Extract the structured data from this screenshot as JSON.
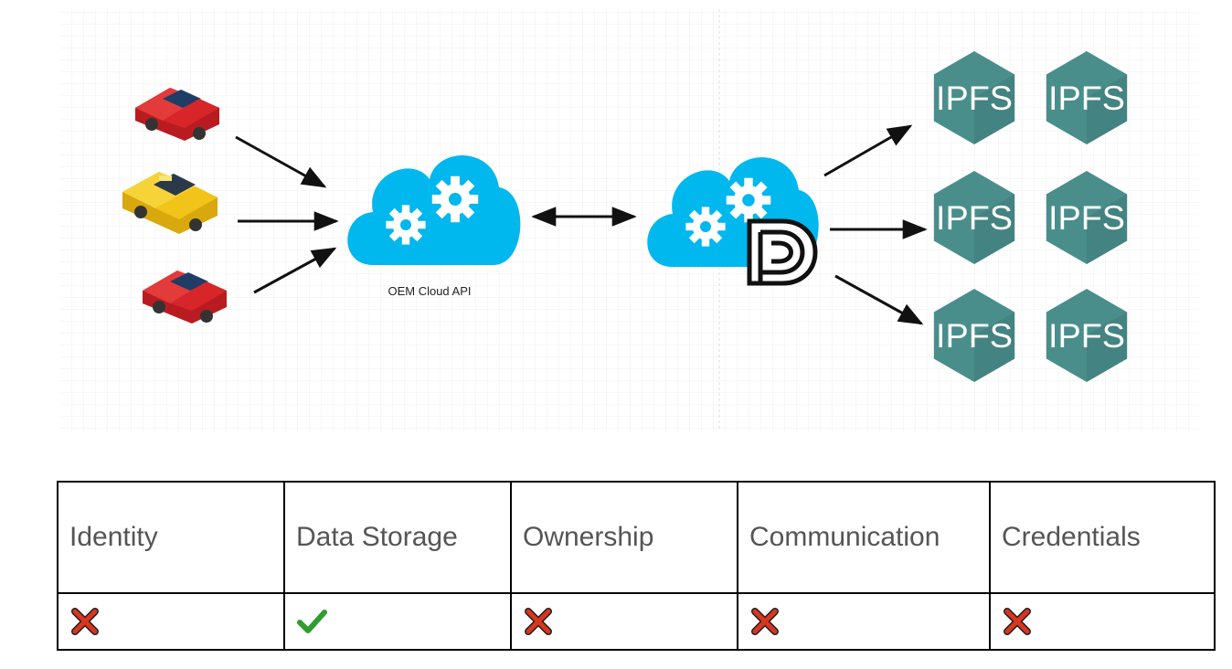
{
  "diagram": {
    "oem_label": "OEM Cloud API",
    "node_label": "IPFS",
    "colors": {
      "cloud": "#00b7ee",
      "ipfs": "#4a8e8c",
      "ipfs_dark": "#3b7674",
      "car_red": "#d8252a",
      "car_yellow": "#f2c318",
      "arrow": "#111111",
      "grid": "#e9e9e9"
    }
  },
  "table": {
    "columns": [
      "Identity",
      "Data Storage",
      "Ownership",
      "Communication",
      "Credentials"
    ],
    "status": [
      "cross",
      "check",
      "cross",
      "cross",
      "cross"
    ],
    "colors": {
      "cross": "#d9351f",
      "check": "#2f9e2f"
    }
  }
}
